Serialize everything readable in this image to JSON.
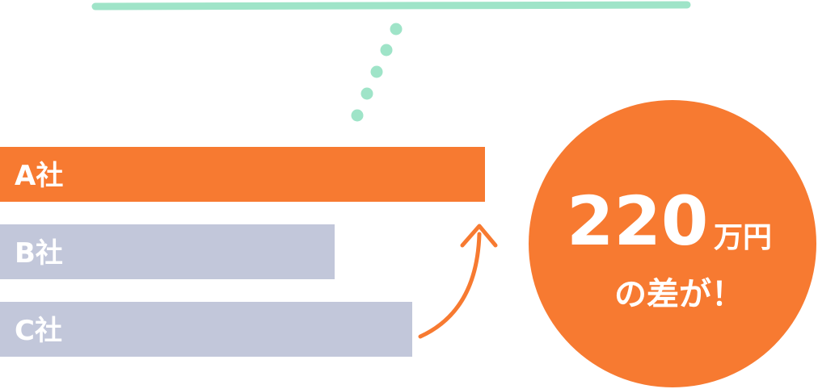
{
  "colors": {
    "highlight": "#F77A31",
    "muted": "#C2C7DA",
    "dotted": "#9FE4C8",
    "text": "#FFFFFF"
  },
  "chart_data": {
    "type": "bar",
    "orientation": "horizontal",
    "categories": [
      "A社",
      "B社",
      "C社"
    ],
    "values": [
      100,
      69,
      85
    ],
    "highlight_index": 0,
    "title": "",
    "xlabel": "",
    "ylabel": "",
    "grid": false,
    "legend": "none"
  },
  "callout": {
    "amount": "220",
    "unit": "万円",
    "suffix": "の差が！"
  }
}
